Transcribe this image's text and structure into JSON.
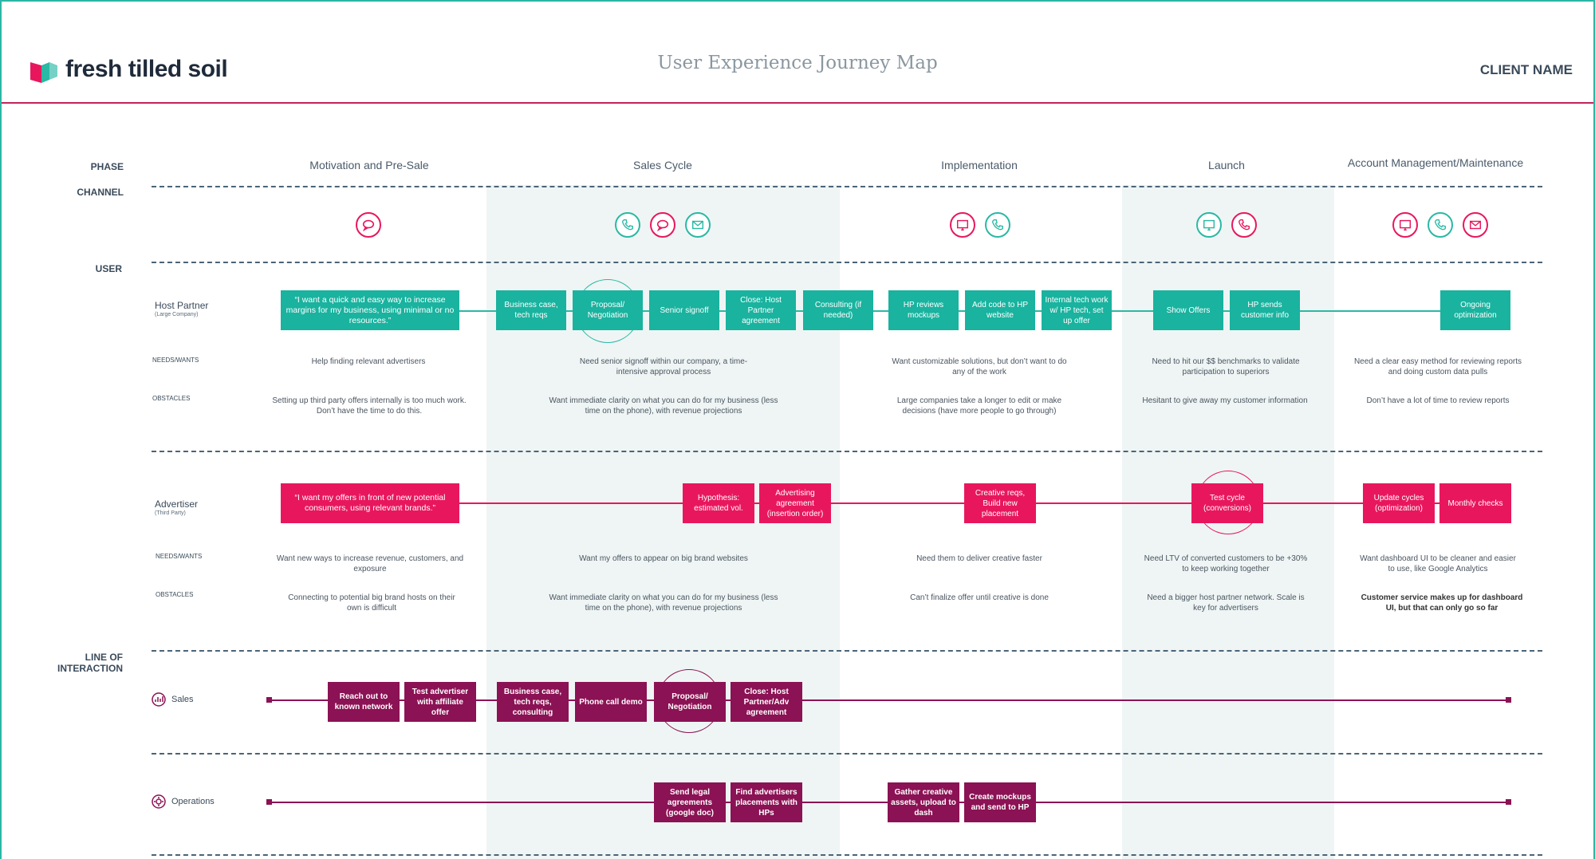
{
  "brand": {
    "logo_text": "fresh tilled soil",
    "colors": {
      "teal": "#19b39f",
      "pink": "#e8175d",
      "plum": "#8b1254",
      "rule": "#c3245c"
    }
  },
  "header": {
    "title": "User Experience Journey Map",
    "client": "CLIENT NAME"
  },
  "labels": {
    "phase": "PHASE",
    "channel": "CHANNEL",
    "user": "USER",
    "line1": "LINE OF",
    "line2": "INTERACTION"
  },
  "phases": [
    "Motivation and Pre-Sale",
    "Sales Cycle",
    "Implementation",
    "Launch",
    "Account Management/Maintenance"
  ],
  "channels": {
    "motivation": [
      "chat-icon"
    ],
    "sales_cycle": [
      "phone-icon",
      "chat-icon",
      "email-icon"
    ],
    "implementation": [
      "monitor-icon",
      "phone-icon"
    ],
    "launch": [
      "monitor-icon",
      "phone-icon"
    ],
    "account": [
      "monitor-icon",
      "phone-icon",
      "email-icon"
    ]
  },
  "host": {
    "name": "Host Partner",
    "sub": "(Large Company)",
    "needs_label": "NEEDS/WANTS",
    "obstacles_label": "OBSTACLES",
    "steps": [
      "“I want a quick and easy way to increase margins for my business, using minimal or no resources.”",
      "Business case, tech reqs",
      "Proposal/ Negotiation",
      "Senior signoff",
      "Close: Host Partner agreement",
      "Consulting (if needed)",
      "HP reviews mockups",
      "Add code to HP website",
      "Internal tech work w/ HP tech, set up offer",
      "Show Offers",
      "HP sends customer info",
      "Ongoing optimization"
    ],
    "needs": [
      "Help finding relevant advertisers",
      "Need senior signoff within our company, a time-intensive approval process",
      "Want customizable solutions, but don’t want to do any of the work",
      "Need to hit our $$ benchmarks to validate participation to superiors",
      "Need a clear easy method for reviewing reports and doing custom data pulls"
    ],
    "obstacles": [
      "Setting up third party offers internally is too much work. Don’t have the time to do this.",
      "Want immediate clarity on what you can do for my business (less time on the phone), with revenue projections",
      "Large companies take a longer to edit or make decisions (have more people to go through)",
      "Hesitant to give away my customer information",
      "Don’t have a lot of time to review reports"
    ]
  },
  "advertiser": {
    "name": "Advertiser",
    "sub": "(Third Party)",
    "needs_label": "NEEDS/WANTS",
    "obstacles_label": "OBSTACLES",
    "steps": [
      "“I want my offers in front of new potential consumers, using relevant brands.”",
      "Hypothesis: estimated vol.",
      "Advertising agreement (insertion order)",
      "Creative reqs, Build new placement",
      "Test cycle (conversions)",
      "Update cycles (optimization)",
      "Monthly checks"
    ],
    "needs": [
      "Want new ways to increase revenue, customers, and exposure",
      "Want my offers to appear on big brand websites",
      "Need them to deliver creative faster",
      "Need LTV of converted customers to be +30% to keep working together",
      "Want dashboard UI to be cleaner and easier to use, like Google Analytics"
    ],
    "obstacles": [
      "Connecting to potential big brand hosts on their own is difficult",
      "Want immediate clarity on what you can do for my business (less time on the phone), with revenue projections",
      "Can’t finalize offer until creative is done",
      "Need a bigger host partner network. Scale is key for advertisers",
      "Customer service makes up for dashboard UI, but that can only go so far"
    ]
  },
  "sales": {
    "name": "Sales",
    "steps": [
      "Reach out to known network",
      "Test advertiser with affiliate offer",
      "Business case, tech reqs, consulting",
      "Phone call demo",
      "Proposal/ Negotiation",
      "Close: Host Partner/Adv agreement"
    ]
  },
  "operations": {
    "name": "Operations",
    "steps": [
      "Send legal agreements (google doc)",
      "Find advertisers placements with HPs",
      "Gather creative assets, upload to dash",
      "Create mockups and send to HP"
    ]
  }
}
